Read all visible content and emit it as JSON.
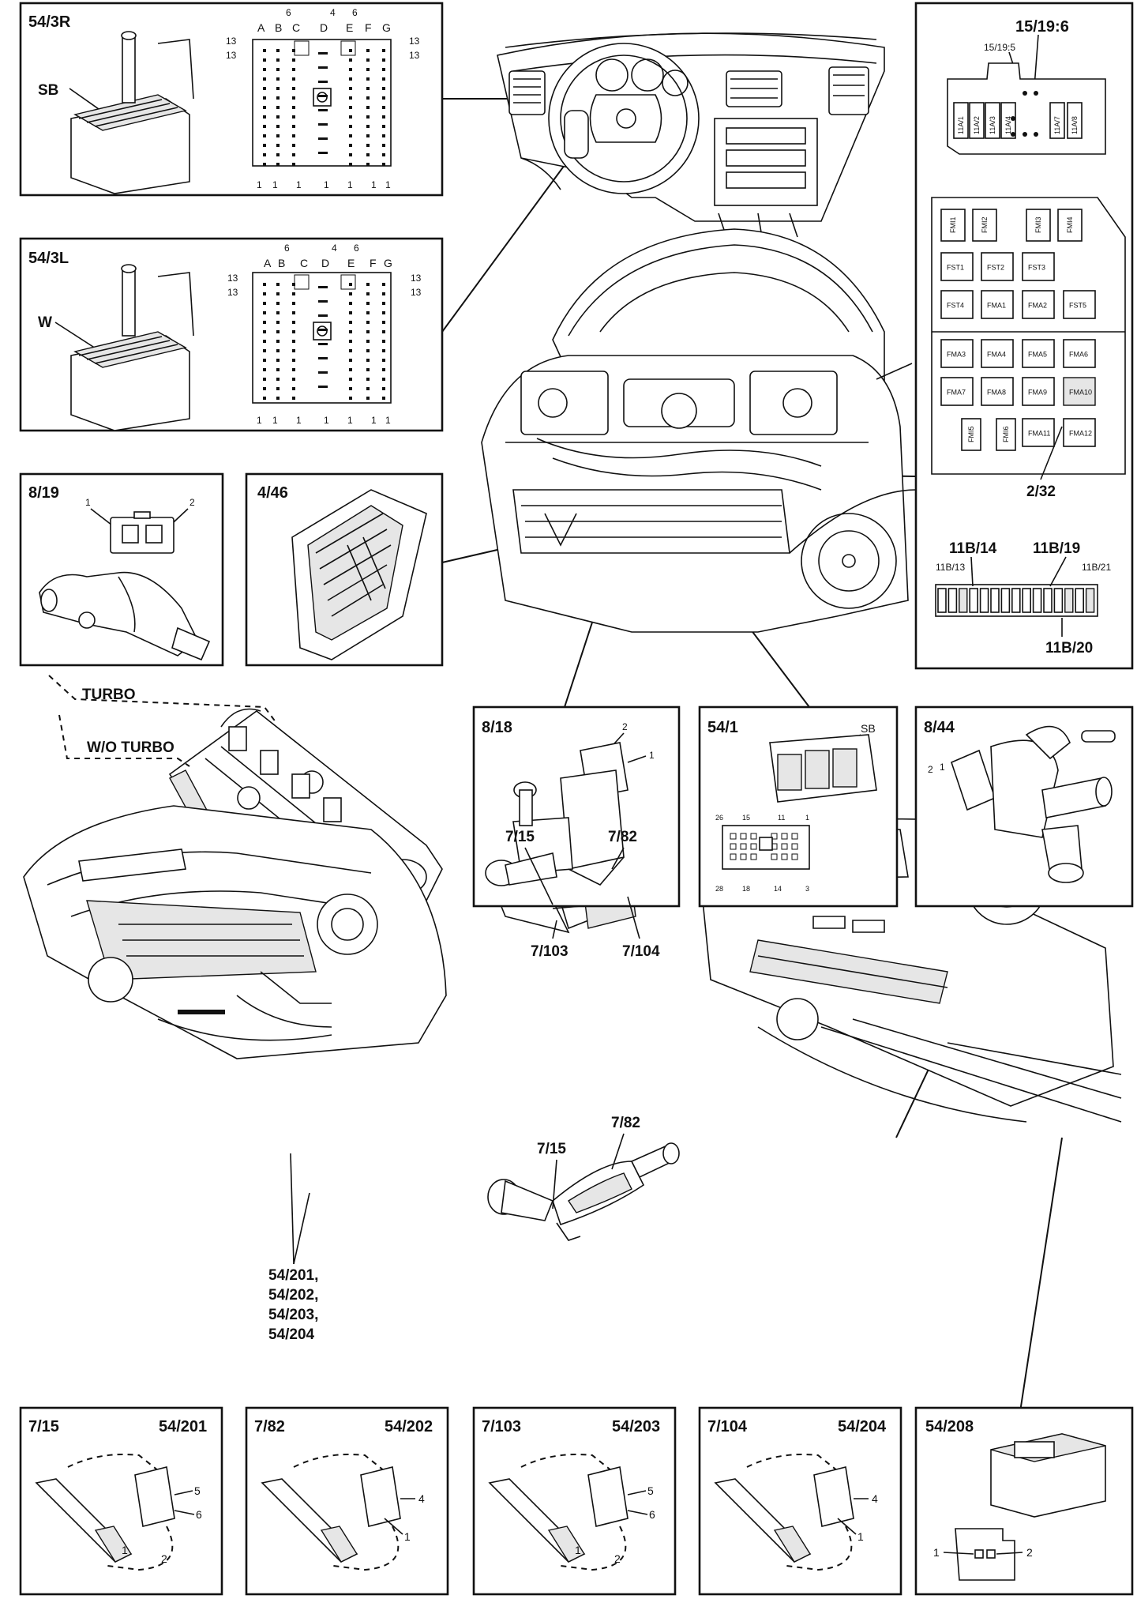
{
  "connector_54_3R": {
    "id": "54/3R",
    "sb": "SB",
    "cols": [
      "A",
      "B",
      "C",
      "D",
      "E",
      "F",
      "G"
    ],
    "top_pins": [
      "6",
      "4",
      "6"
    ],
    "side_pins": [
      "13",
      "13",
      "13",
      "13"
    ],
    "bottom_pins": [
      "1",
      "1",
      "1",
      "1",
      "1",
      "1",
      "1"
    ]
  },
  "connector_54_3L": {
    "id": "54/3L",
    "w": "W",
    "cols": [
      "A",
      "B",
      "C",
      "D",
      "E",
      "F",
      "G"
    ],
    "top_pins": [
      "6",
      "4",
      "6"
    ],
    "side_pins": [
      "13",
      "13",
      "13",
      "13"
    ],
    "bottom_pins": [
      "1",
      "1",
      "1",
      "1",
      "1",
      "1",
      "1"
    ]
  },
  "fusebox": {
    "id": "15/19:6",
    "sub": "15/19:5",
    "relays": [
      "11A/1",
      "11A/2",
      "11A/3",
      "11A/4",
      "11A/7",
      "11A/8"
    ],
    "fuses": [
      "FMI1",
      "FMI2",
      "FMI3",
      "FMI4",
      "FST1",
      "FST2",
      "FST3",
      "FST4",
      "FMA1",
      "FMA2",
      "FST5",
      "FMA3",
      "FMA4",
      "FMA5",
      "FMA6",
      "FMA7",
      "FMA8",
      "FMA9",
      "FMA10",
      "FMI5",
      "FMI6",
      "FMA11",
      "FMA12"
    ],
    "label_2_32": "2/32",
    "strip": {
      "l1": "11B/14",
      "l2": "11B/19",
      "l3": "11B/13",
      "l4": "11B/21",
      "l5": "11B/20"
    }
  },
  "c8_19": {
    "id": "8/19",
    "p1": "1",
    "p2": "2"
  },
  "c4_46": {
    "id": "4/46"
  },
  "turbo": {
    "turbo": "TURBO",
    "without": "W/O TURBO"
  },
  "c8_18": {
    "id": "8/18",
    "p1": "1",
    "p2": "2"
  },
  "c54_1": {
    "id": "54/1",
    "sb": "SB",
    "top": [
      "26",
      "15",
      "11",
      "1"
    ],
    "bottom": [
      "28",
      "18",
      "14",
      "3"
    ]
  },
  "c8_44": {
    "id": "8/44",
    "p1": "1",
    "p2": "2"
  },
  "cats_upper": {
    "a": "7/15",
    "b": "7/82",
    "c": "7/103",
    "d": "7/104"
  },
  "cats_lower": {
    "a": "7/15",
    "b": "7/82"
  },
  "sensor_list": [
    "54/201,",
    "54/202,",
    "54/203,",
    "54/204"
  ],
  "panels": [
    {
      "left": "7/15",
      "right": "54/201",
      "pins": [
        "5",
        "6",
        "1",
        "2"
      ]
    },
    {
      "left": "7/82",
      "right": "54/202",
      "pins": [
        "4",
        "1"
      ]
    },
    {
      "left": "7/103",
      "right": "54/203",
      "pins": [
        "5",
        "6",
        "1",
        "2"
      ]
    },
    {
      "left": "7/104",
      "right": "54/204",
      "pins": [
        "4",
        "1"
      ]
    }
  ],
  "c54_208": {
    "id": "54/208",
    "p1": "1",
    "p2": "2"
  }
}
